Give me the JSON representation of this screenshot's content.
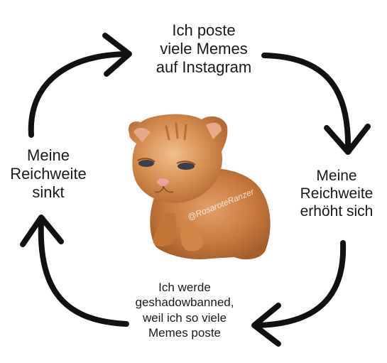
{
  "cycle": {
    "steps": [
      {
        "lines": [
          "Ich poste",
          "viele Memes",
          "auf Instagram"
        ]
      },
      {
        "lines": [
          "Meine",
          "Reichweite",
          "erhöht sich"
        ]
      },
      {
        "lines": [
          "Ich werde",
          "geshadowbanned,",
          "weil ich so viele",
          "Memes poste"
        ]
      },
      {
        "lines": [
          "Meine",
          "Reichweite",
          "sinkt"
        ]
      }
    ]
  },
  "center_image": {
    "subject": "sad orange kitten",
    "watermark": "@RosaroteRanzer"
  },
  "colors": {
    "arrow": "#111111",
    "background": "#ffffff",
    "text": "#1a1a1a"
  },
  "icons": {
    "arrow_top": "curved-arrow-right-icon",
    "arrow_right": "curved-arrow-down-icon",
    "arrow_bottom": "curved-arrow-left-icon",
    "arrow_left": "curved-arrow-up-icon"
  }
}
